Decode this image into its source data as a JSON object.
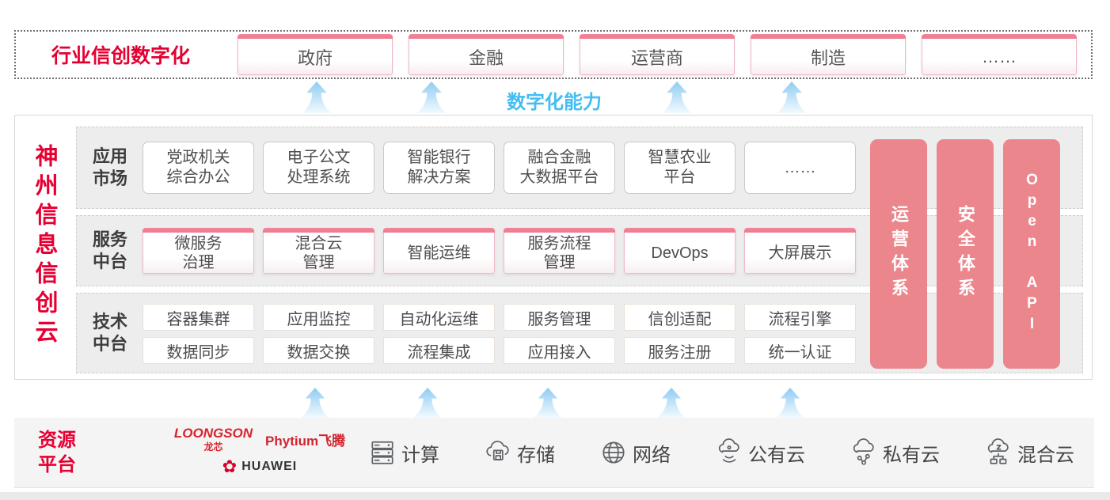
{
  "colors": {
    "accent_red": "#e60032",
    "pillar_pink": "#ec868d",
    "capability_blue": "#45bdf2",
    "box_border_pink": "#efb9c5"
  },
  "top": {
    "label": "行业信创数字化",
    "industries": [
      "政府",
      "金融",
      "运营商",
      "制造",
      "……"
    ]
  },
  "capability_label": "数字化能力",
  "platform": {
    "title": "神州信息信创云",
    "rows": [
      {
        "label": "应用\n市场",
        "items": [
          "党政机关\n综合办公",
          "电子公文\n处理系统",
          "智能银行\n解决方案",
          "融合金融\n大数据平台",
          "智慧农业\n平台",
          "……"
        ]
      },
      {
        "label": "服务\n中台",
        "items": [
          "微服务\n治理",
          "混合云\n管理",
          "智能运维",
          "服务流程\n管理",
          "DevOps",
          "大屏展示"
        ]
      },
      {
        "label": "技术\n中台",
        "items_top": [
          "容器集群",
          "应用监控",
          "自动化运维",
          "服务管理",
          "信创适配",
          "流程引擎"
        ],
        "items_bottom": [
          "数据同步",
          "数据交换",
          "流程集成",
          "应用接入",
          "服务注册",
          "统一认证"
        ]
      }
    ],
    "pillars": [
      "运营体系",
      "安全体系",
      "Open API"
    ]
  },
  "resource": {
    "label": "资源\n平台",
    "vendors": [
      {
        "name": "LOONGSON",
        "sub": "龙芯"
      },
      {
        "name": "Phytium飞腾"
      },
      {
        "name": "HUAWEI"
      }
    ],
    "items": [
      {
        "icon": "compute-icon",
        "label": "计算"
      },
      {
        "icon": "storage-icon",
        "label": "存储"
      },
      {
        "icon": "network-icon",
        "label": "网络"
      },
      {
        "icon": "public-cloud-icon",
        "label": "公有云"
      },
      {
        "icon": "private-cloud-icon",
        "label": "私有云"
      },
      {
        "icon": "hybrid-cloud-icon",
        "label": "混合云"
      }
    ]
  }
}
